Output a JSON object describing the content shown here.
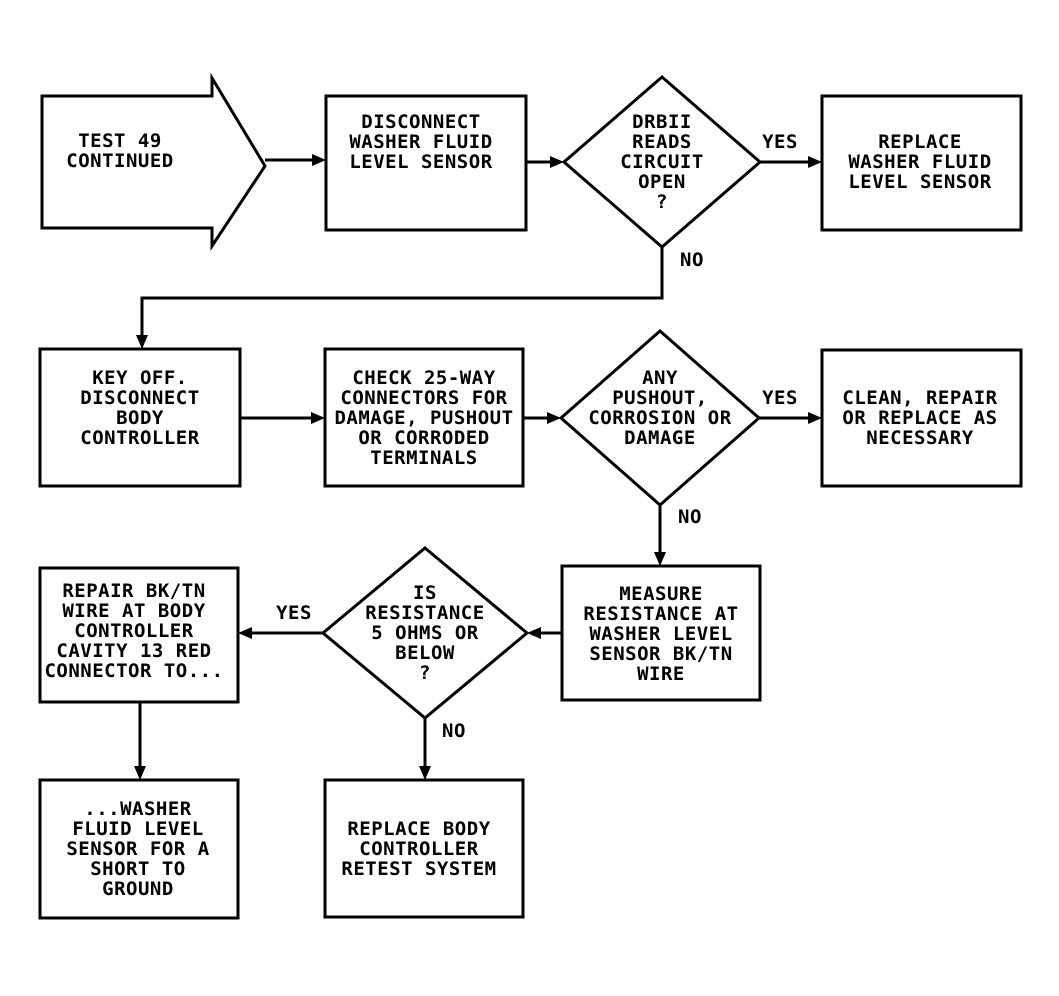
{
  "diagram": {
    "nodes": {
      "n1": {
        "shape": "arrow",
        "lines": [
          "TEST 49",
          "CONTINUED"
        ]
      },
      "n2": {
        "shape": "box",
        "lines": [
          "DISCONNECT",
          "WASHER FLUID",
          "LEVEL SENSOR"
        ]
      },
      "n3": {
        "shape": "diamond",
        "lines": [
          "DRBII",
          "READS",
          "CIRCUIT",
          "OPEN",
          "?"
        ]
      },
      "n4": {
        "shape": "box",
        "lines": [
          "REPLACE",
          "WASHER FLUID",
          "LEVEL SENSOR"
        ]
      },
      "n5": {
        "shape": "box",
        "lines": [
          "KEY OFF.",
          "DISCONNECT",
          "BODY",
          "CONTROLLER"
        ]
      },
      "n6": {
        "shape": "box",
        "lines": [
          "CHECK 25-WAY",
          "CONNECTORS FOR",
          "DAMAGE, PUSHOUT",
          "OR CORRODED",
          "TERMINALS"
        ]
      },
      "n7": {
        "shape": "diamond",
        "lines": [
          "ANY",
          "PUSHOUT,",
          "CORROSION OR",
          "DAMAGE"
        ]
      },
      "n8": {
        "shape": "box",
        "lines": [
          "CLEAN, REPAIR",
          "OR REPLACE AS",
          "NECESSARY"
        ]
      },
      "n9": {
        "shape": "box",
        "lines": [
          "MEASURE",
          "RESISTANCE AT",
          "WASHER LEVEL",
          "SENSOR BK/TN",
          "WIRE"
        ]
      },
      "n10": {
        "shape": "diamond",
        "lines": [
          "IS",
          "RESISTANCE",
          "5 OHMS OR",
          "BELOW",
          "?"
        ]
      },
      "n11": {
        "shape": "box",
        "lines": [
          "REPAIR BK/TN",
          "WIRE AT BODY",
          "CONTROLLER",
          "CAVITY 13 RED",
          "CONNECTOR TO..."
        ]
      },
      "n12": {
        "shape": "box",
        "lines": [
          "...WASHER",
          "FLUID LEVEL",
          "SENSOR FOR A",
          "SHORT TO",
          "GROUND"
        ]
      },
      "n13": {
        "shape": "box",
        "lines": [
          "REPLACE BODY",
          "CONTROLLER",
          "RETEST SYSTEM"
        ]
      }
    },
    "edges": [
      {
        "from": "n1",
        "to": "n2",
        "label": ""
      },
      {
        "from": "n2",
        "to": "n3",
        "label": ""
      },
      {
        "from": "n3",
        "to": "n4",
        "label": "YES"
      },
      {
        "from": "n3",
        "to": "n5",
        "label": "NO"
      },
      {
        "from": "n5",
        "to": "n6",
        "label": ""
      },
      {
        "from": "n6",
        "to": "n7",
        "label": ""
      },
      {
        "from": "n7",
        "to": "n8",
        "label": "YES"
      },
      {
        "from": "n7",
        "to": "n9",
        "label": "NO"
      },
      {
        "from": "n9",
        "to": "n10",
        "label": ""
      },
      {
        "from": "n10",
        "to": "n11",
        "label": "YES"
      },
      {
        "from": "n10",
        "to": "n13",
        "label": "NO"
      },
      {
        "from": "n11",
        "to": "n12",
        "label": ""
      }
    ]
  }
}
